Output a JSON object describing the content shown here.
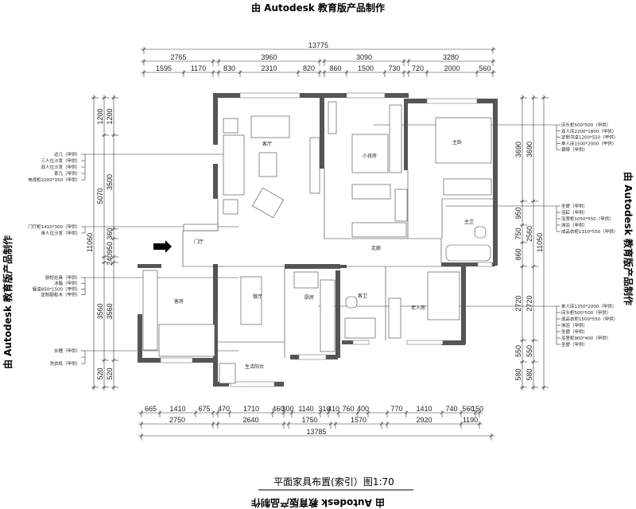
{
  "watermark": "由 Autodesk 教育版产品制作",
  "title": "平面家具布置(索引）图1:70",
  "rooms": {
    "living": "客厅",
    "child": "小孩房",
    "master": "主卧",
    "foyer": "门厅",
    "corridor": "走廊",
    "master_bath": "主卫",
    "guest": "客房",
    "dining": "餐厅",
    "kitchen": "厨房",
    "guest_bath": "客卫",
    "elder": "老人房",
    "balcony": "生活阳台"
  },
  "dims": {
    "top_total": "13775",
    "top_row2": [
      "2765",
      "3960",
      "3090",
      "3280"
    ],
    "top_row3": [
      "1595",
      "1170",
      "830",
      "2310",
      "820",
      "860",
      "1500",
      "730",
      "720",
      "2000",
      "560"
    ],
    "bottom_row1": [
      "665",
      "1410",
      "675",
      "470",
      "1710",
      "460",
      "300",
      "1140",
      "310",
      "410",
      "760",
      "400",
      "770",
      "1410",
      "740",
      "560",
      "150"
    ],
    "bottom_row2": [
      "2750",
      "2640",
      "1750",
      "1570",
      "2920",
      "1190"
    ],
    "bottom_total": "13785",
    "left_total": "11060",
    "left_col2": [
      "1200",
      "5070",
      "3560",
      "520"
    ],
    "left_col3": [
      "1200",
      "3500",
      "360",
      "950",
      "240",
      "3560",
      "520"
    ],
    "right_col1": [
      "3690",
      "950",
      "750",
      "860",
      "2720",
      "550",
      "580"
    ],
    "right_col2": [
      "3690",
      "2560",
      "2720",
      "550",
      "580"
    ],
    "right_total": "11050"
  },
  "annotations": {
    "left": [
      [
        "边几（甲供）",
        "三人位沙发（甲供）",
        "双人位沙发（甲供）",
        "茶几（甲供）",
        "电视柜2200*350（甲供）"
      ],
      [
        "门厅柜1410*300（甲供）",
        "单人位沙发（甲供）"
      ],
      [
        "厨柜灶具（甲供）",
        "冰箱（甲供）",
        "餐桌850*1500（甲供）",
        "定制橱柜木（甲供）"
      ],
      [
        "水槽（甲供）",
        "",
        "洗衣机（甲供）"
      ]
    ],
    "right": [
      [
        "床头柜500*500（甲供）",
        "双人床2200*1800（甲供）",
        "定制书桌1200*550（甲供）",
        "单人床1500*2000（甲供）",
        "钢琴（甲供）"
      ],
      [
        "坐便（甲供）",
        "浴缸（甲供）",
        "浴室柜1050*550（甲供）",
        "淋浴（甲供）",
        "成品衣柜1310*550（甲供）"
      ],
      [
        "单人床1350*2000（甲供）",
        "床头柜500*500（甲供）",
        "成品衣柜1500*550（甲供）",
        "淋浴（甲供）",
        "坐便（甲供）",
        "浴室柜900*400（甲供）",
        "坐便（甲供）"
      ]
    ]
  }
}
